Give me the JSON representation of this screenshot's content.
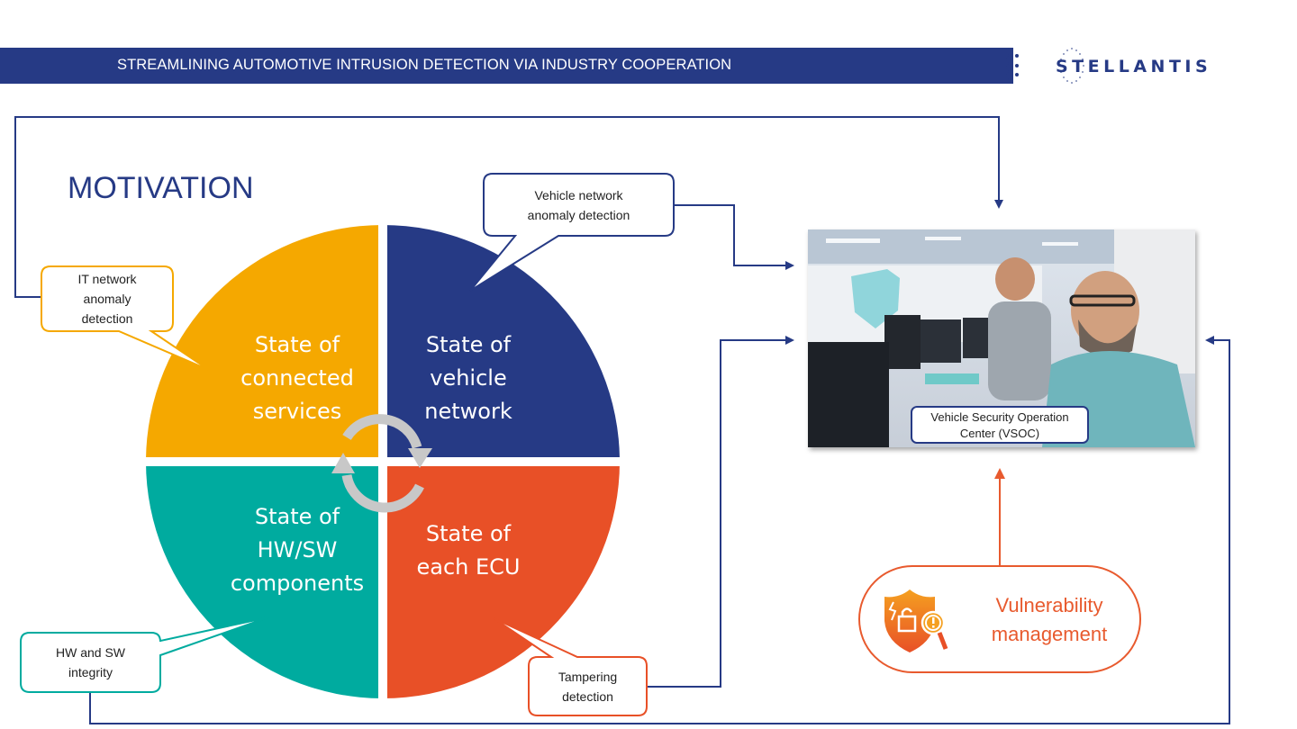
{
  "header": {
    "title": "STREAMLINING AUTOMOTIVE INTRUSION DETECTION VIA INDUSTRY COOPERATION",
    "logo": "STELLANTIS"
  },
  "section_title": "MOTIVATION",
  "colors": {
    "brand_blue": "#263a85",
    "yellow": "#f5a800",
    "navy": "#263a85",
    "teal": "#00ab9f",
    "orange": "#e85027",
    "cycle_arrow": "#c8c8c8"
  },
  "quadrants": [
    {
      "id": "connected-services",
      "lines": [
        "State of",
        "connected",
        "services"
      ]
    },
    {
      "id": "vehicle-network",
      "lines": [
        "State of",
        "vehicle",
        "network"
      ]
    },
    {
      "id": "hw-sw-components",
      "lines": [
        "State of",
        "HW/SW",
        "components"
      ]
    },
    {
      "id": "each-ecu",
      "lines": [
        "State of",
        "each ECU"
      ]
    }
  ],
  "callouts": {
    "it_network": [
      "IT network",
      "anomaly",
      "detection"
    ],
    "vehicle_network": [
      "Vehicle network",
      "anomaly detection"
    ],
    "hw_sw_integrity": [
      "HW and SW",
      "integrity"
    ],
    "tampering": [
      "Tampering",
      "detection"
    ]
  },
  "vsoc": {
    "label_line1": "Vehicle Security Operation",
    "label_line2": "Center (VSOC)",
    "icon": "security-operations-photo"
  },
  "vulnerability": {
    "line1": "Vulnerability",
    "line2": "management",
    "icon": "shield-unlock-magnifier-icon"
  }
}
